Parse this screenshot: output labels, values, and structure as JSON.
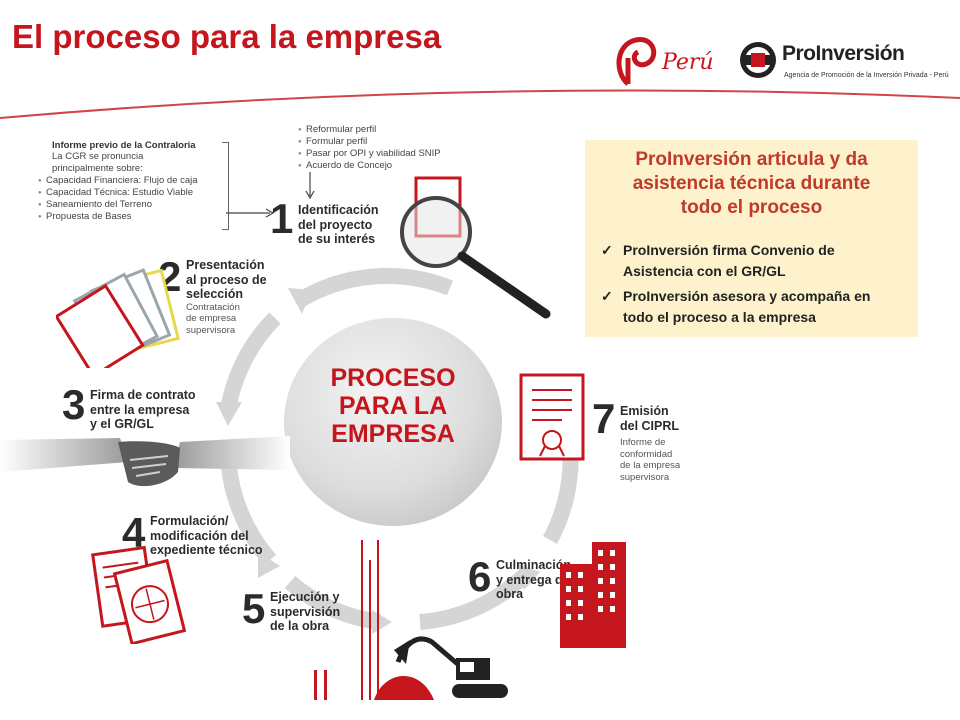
{
  "header": {
    "title": "El proceso para la empresa",
    "logo_peru_text": "Perú",
    "logo_proinversion_name": "ProInversión",
    "logo_proinversion_sub": "Agencia de Promoción de la Inversión Privada - Perú"
  },
  "contraloria": {
    "title": "Informe previo de la Contraloria",
    "intro": [
      "La CGR se pronuncia",
      "principalmente sobre:"
    ],
    "items": [
      "Capacidad Financiera: Flujo de caja",
      "Capacidad Técnica: Estudio Viable",
      "Saneamiento del Terreno",
      "Propuesta de Bases"
    ]
  },
  "step1_list": [
    "Reformular perfil",
    "Formular perfil",
    "Pasar por OPI y viabilidad SNIP",
    "Acuerdo de Concejo"
  ],
  "steps": [
    {
      "num": "1",
      "title": [
        "Identificación",
        "del proyecto",
        "de su interés"
      ],
      "sub": []
    },
    {
      "num": "2",
      "title": [
        "Presentación",
        "al proceso de",
        "selección"
      ],
      "sub": [
        "Contratación",
        "de empresa",
        "supervisora"
      ]
    },
    {
      "num": "3",
      "title": [
        "Firma de contrato",
        "entre la empresa",
        "y el GR/GL"
      ],
      "sub": []
    },
    {
      "num": "4",
      "title": [
        "Formulación/",
        "modificación del",
        "expediente técnico"
      ],
      "sub": []
    },
    {
      "num": "5",
      "title": [
        "Ejecución y",
        "supervisión",
        "de la obra"
      ],
      "sub": []
    },
    {
      "num": "6",
      "title": [
        "Culminación",
        "y entrega de",
        "obra"
      ],
      "sub": []
    },
    {
      "num": "7",
      "title": [
        "Emisión",
        "del CIPRL"
      ],
      "sub": [
        "Informe de",
        "conformidad",
        "de la empresa",
        "supervisora"
      ]
    }
  ],
  "center": {
    "lines": [
      "PROCESO",
      "PARA LA",
      "EMPRESA"
    ]
  },
  "info_box": {
    "heading": [
      "ProInversión articula y da",
      "asistencia técnica durante",
      "todo el proceso"
    ],
    "items": [
      [
        "ProInversión firma Convenio de",
        "Asistencia con el GR/GL"
      ],
      [
        "ProInversión asesora y acompaña en",
        "todo el proceso a la empresa"
      ]
    ],
    "check_icon": "✓"
  },
  "colors": {
    "brand_red": "#c4161c",
    "info_bg": "#fdf2cc",
    "arrow_gray": "#d5d5d5"
  }
}
